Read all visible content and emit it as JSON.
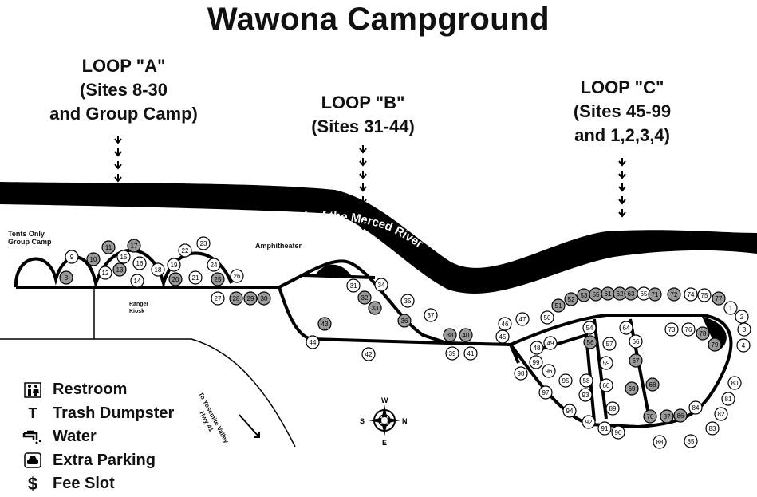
{
  "title": "Wawona Campground",
  "loops": [
    {
      "name": "LOOP \"A\"",
      "detail": "(Sites 8-30",
      "detail2": "and Group Camp)"
    },
    {
      "name": "LOOP \"B\"",
      "detail": "(Sites 31-44)"
    },
    {
      "name": "LOOP \"C\"",
      "detail": "(Sites 45-99",
      "detail2": "and 1,2,3,4)"
    }
  ],
  "river": {
    "name": "South Fork of the Merced River"
  },
  "labels": {
    "tents_only_1": "Tents Only",
    "tents_only_2": "Group Camp",
    "amphitheater": "Amphitheater",
    "ranger_1": "Ranger",
    "ranger_2": "Kiosk",
    "road": "To Yosemite Valley",
    "road_hwy": "Hwy 41",
    "trash_symbol": "T",
    "fee_symbol": "$"
  },
  "compass": {
    "w": "W",
    "s": "S",
    "n": "N",
    "e": "E"
  },
  "legend": [
    {
      "icon": "restroom-icon",
      "label": "Restroom"
    },
    {
      "icon": "trash-dumpster-icon",
      "label": "Trash Dumpster"
    },
    {
      "icon": "water-icon",
      "label": "Water"
    },
    {
      "icon": "extra-parking-icon",
      "label": "Extra Parking"
    },
    {
      "icon": "fee-slot-icon",
      "label": "Fee Slot"
    }
  ],
  "sites": [
    {
      "n": "9",
      "shaded": false
    },
    {
      "n": "8",
      "shaded": true
    },
    {
      "n": "10",
      "shaded": true
    },
    {
      "n": "11",
      "shaded": true
    },
    {
      "n": "12",
      "shaded": false
    },
    {
      "n": "13",
      "shaded": true
    },
    {
      "n": "14",
      "shaded": false
    },
    {
      "n": "15",
      "shaded": false
    },
    {
      "n": "16",
      "shaded": false
    },
    {
      "n": "17",
      "shaded": true
    },
    {
      "n": "18",
      "shaded": false
    },
    {
      "n": "19",
      "shaded": false
    },
    {
      "n": "20",
      "shaded": true
    },
    {
      "n": "21",
      "shaded": false
    },
    {
      "n": "22",
      "shaded": false
    },
    {
      "n": "23",
      "shaded": false
    },
    {
      "n": "24",
      "shaded": false
    },
    {
      "n": "25",
      "shaded": true
    },
    {
      "n": "26",
      "shaded": false
    },
    {
      "n": "27",
      "shaded": false
    },
    {
      "n": "28",
      "shaded": true
    },
    {
      "n": "29",
      "shaded": true
    },
    {
      "n": "30",
      "shaded": true
    },
    {
      "n": "31",
      "shaded": false
    },
    {
      "n": "32",
      "shaded": true
    },
    {
      "n": "33",
      "shaded": true
    },
    {
      "n": "34",
      "shaded": false
    },
    {
      "n": "35",
      "shaded": false
    },
    {
      "n": "36",
      "shaded": true
    },
    {
      "n": "37",
      "shaded": false
    },
    {
      "n": "38",
      "shaded": true
    },
    {
      "n": "40",
      "shaded": true
    },
    {
      "n": "39",
      "shaded": false
    },
    {
      "n": "41",
      "shaded": false
    },
    {
      "n": "42",
      "shaded": false
    },
    {
      "n": "43",
      "shaded": true
    },
    {
      "n": "44",
      "shaded": false
    },
    {
      "n": "45",
      "shaded": false
    },
    {
      "n": "46",
      "shaded": false
    },
    {
      "n": "47",
      "shaded": false
    },
    {
      "n": "48",
      "shaded": false
    },
    {
      "n": "49",
      "shaded": false
    },
    {
      "n": "50",
      "shaded": false
    },
    {
      "n": "51",
      "shaded": true
    },
    {
      "n": "52",
      "shaded": true
    },
    {
      "n": "53",
      "shaded": true
    },
    {
      "n": "55",
      "shaded": true
    },
    {
      "n": "61",
      "shaded": true
    },
    {
      "n": "62",
      "shaded": true
    },
    {
      "n": "63",
      "shaded": true
    },
    {
      "n": "65",
      "shaded": false
    },
    {
      "n": "71",
      "shaded": true
    },
    {
      "n": "72",
      "shaded": true
    },
    {
      "n": "74",
      "shaded": false
    },
    {
      "n": "75",
      "shaded": false
    },
    {
      "n": "77",
      "shaded": true
    },
    {
      "n": "1",
      "shaded": false
    },
    {
      "n": "2",
      "shaded": false
    },
    {
      "n": "3",
      "shaded": false
    },
    {
      "n": "4",
      "shaded": false
    },
    {
      "n": "54",
      "shaded": false
    },
    {
      "n": "56",
      "shaded": true
    },
    {
      "n": "57",
      "shaded": false
    },
    {
      "n": "64",
      "shaded": false
    },
    {
      "n": "66",
      "shaded": false
    },
    {
      "n": "67",
      "shaded": true
    },
    {
      "n": "73",
      "shaded": false
    },
    {
      "n": "76",
      "shaded": false
    },
    {
      "n": "78",
      "shaded": true
    },
    {
      "n": "79",
      "shaded": true
    },
    {
      "n": "99",
      "shaded": false
    },
    {
      "n": "96",
      "shaded": false
    },
    {
      "n": "98",
      "shaded": false
    },
    {
      "n": "97",
      "shaded": false
    },
    {
      "n": "95",
      "shaded": false
    },
    {
      "n": "58",
      "shaded": false
    },
    {
      "n": "59",
      "shaded": false
    },
    {
      "n": "60",
      "shaded": false
    },
    {
      "n": "93",
      "shaded": false
    },
    {
      "n": "69",
      "shaded": true
    },
    {
      "n": "68",
      "shaded": true
    },
    {
      "n": "89",
      "shaded": false
    },
    {
      "n": "94",
      "shaded": false
    },
    {
      "n": "92",
      "shaded": false
    },
    {
      "n": "91",
      "shaded": false
    },
    {
      "n": "90",
      "shaded": false
    },
    {
      "n": "70",
      "shaded": true
    },
    {
      "n": "87",
      "shaded": true
    },
    {
      "n": "86",
      "shaded": true
    },
    {
      "n": "84",
      "shaded": false
    },
    {
      "n": "88",
      "shaded": false
    },
    {
      "n": "85",
      "shaded": false
    },
    {
      "n": "83",
      "shaded": false
    },
    {
      "n": "82",
      "shaded": false
    },
    {
      "n": "81",
      "shaded": false
    },
    {
      "n": "80",
      "shaded": false
    }
  ]
}
